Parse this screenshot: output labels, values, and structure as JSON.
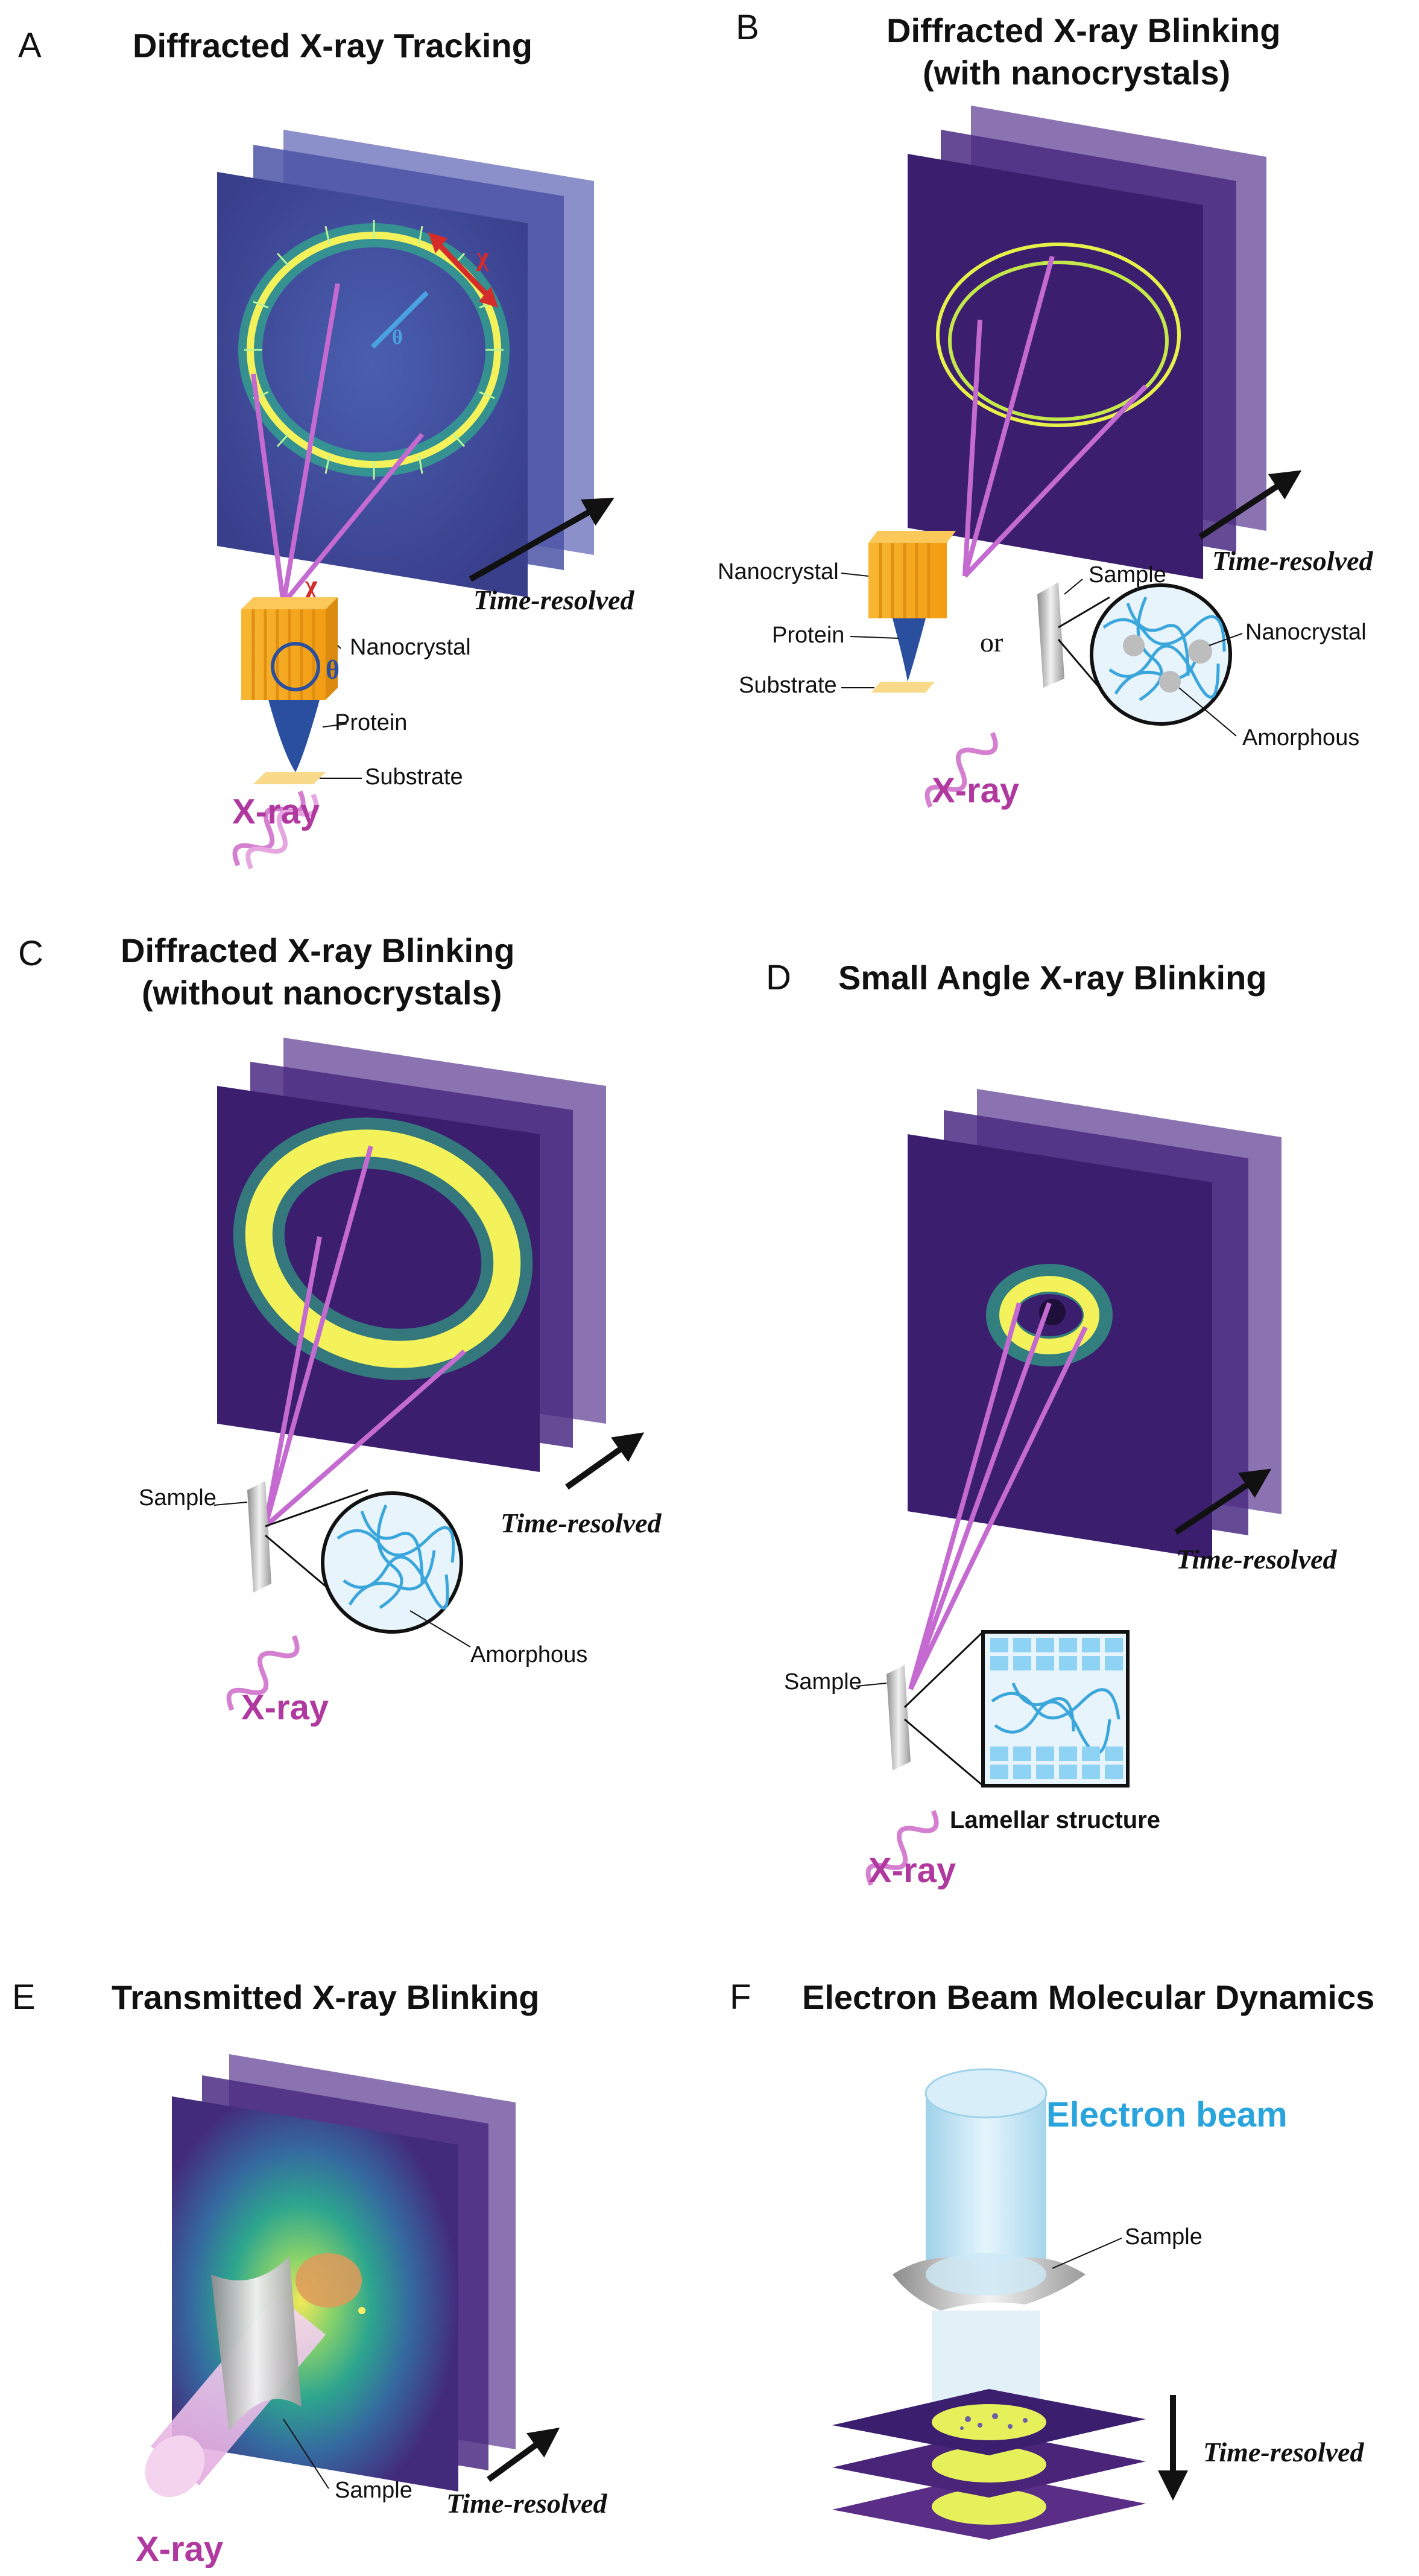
{
  "panels": {
    "A": {
      "letter": "A",
      "title": "Diffracted X-ray Tracking",
      "labels": {
        "nanocrystal": "Nanocrystal",
        "protein": "Protein",
        "substrate": "Substrate",
        "xray": "X-ray",
        "time": "Time-resolved"
      },
      "symbols": {
        "chi": "χ",
        "theta": "θ"
      }
    },
    "B": {
      "letter": "B",
      "title_line1": "Diffracted X-ray Blinking",
      "title_line2": "(with nanocrystals)",
      "labels": {
        "nanocrystal": "Nanocrystal",
        "protein": "Protein",
        "substrate": "Substrate",
        "or": "or",
        "sample": "Sample",
        "nanocrystal2": "Nanocrystal",
        "amorphous": "Amorphous",
        "xray": "X-ray",
        "time": "Time-resolved"
      }
    },
    "C": {
      "letter": "C",
      "title_line1": "Diffracted X-ray Blinking",
      "title_line2": "(without nanocrystals)",
      "labels": {
        "sample": "Sample",
        "amorphous": "Amorphous",
        "xray": "X-ray",
        "time": "Time-resolved"
      }
    },
    "D": {
      "letter": "D",
      "title": "Small Angle X-ray Blinking",
      "labels": {
        "sample": "Sample",
        "lamellar": "Lamellar structure",
        "xray": "X-ray",
        "time": "Time-resolved"
      }
    },
    "E": {
      "letter": "E",
      "title": "Transmitted X-ray Blinking",
      "labels": {
        "sample": "Sample",
        "xray": "X-ray",
        "time": "Time-resolved"
      }
    },
    "F": {
      "letter": "F",
      "title": "Electron Beam Molecular Dynamics",
      "labels": {
        "electron": "Electron beam",
        "sample": "Sample",
        "time": "Time-resolved"
      }
    }
  },
  "colors": {
    "detector_dark": "#3b1f6e",
    "detector_blue": "#3b4aa0",
    "ring_yellow": "#f0f04a",
    "ring_green": "#3fd07a",
    "beam_pink": "#c46ad0",
    "xray_magenta": "#b0399f",
    "crystal_orange": "#f5a623",
    "protein_blue": "#2a4f9e",
    "amorphous_blue": "#3aa6dc"
  }
}
